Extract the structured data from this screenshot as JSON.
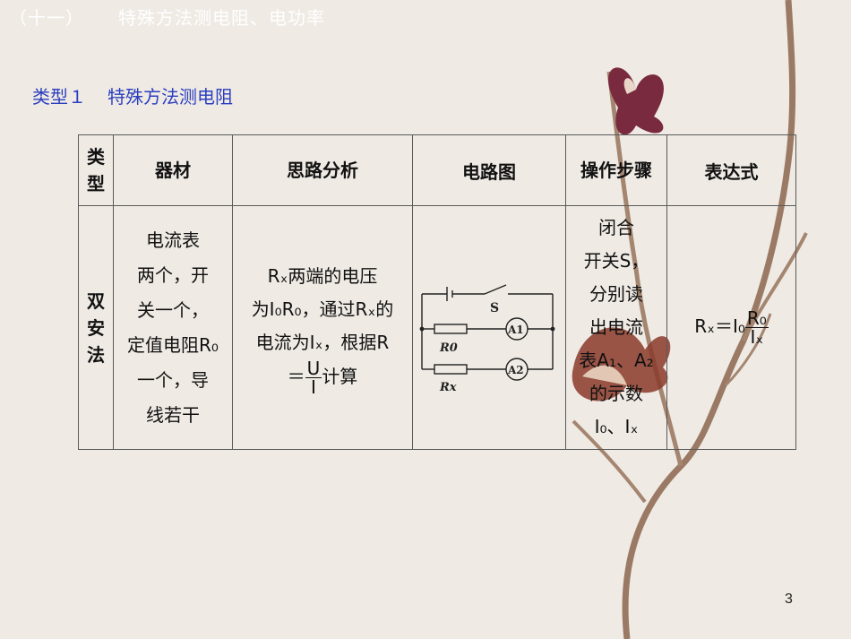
{
  "header": {
    "title_part1": "（十一）",
    "title_part2": "特殊方法测电阻、电功率"
  },
  "section": {
    "number": "类型１",
    "title": "特殊方法测电阻"
  },
  "table": {
    "headers": {
      "type": "类型",
      "materials": "器材",
      "analysis": "思路分析",
      "diagram": "电路图",
      "steps": "操作步骤",
      "expression": "表达式"
    },
    "row": {
      "type": "双安法",
      "materials_1": "电流表",
      "materials_2": "两个，开",
      "materials_3": "关一个，",
      "materials_4": "定值电阻R₀",
      "materials_5": "一个，导",
      "materials_6": "线若干",
      "analysis_1": "Rₓ两端的电压",
      "analysis_2": "为I₀R₀，通过Rₓ的",
      "analysis_3": "电流为Iₓ，根据R",
      "analysis_frac_num": "U",
      "analysis_frac_den": "I",
      "analysis_eq": "＝",
      "analysis_end": "计算",
      "steps_1": "闭合",
      "steps_2": "开关S，",
      "steps_3": "分别读",
      "steps_4": "出电流",
      "steps_5": "表A₁、A₂",
      "steps_6": "的示数",
      "steps_7": "I₀、Iₓ",
      "expr_lhs": "Rₓ＝I₀",
      "expr_num": "R₀",
      "expr_den": "Iₓ"
    },
    "diagram_labels": {
      "switch": "S",
      "r0": "R0",
      "rx": "Rx",
      "a1": "A1",
      "a2": "A2"
    }
  },
  "page_number": "3",
  "colors": {
    "section_title": "#2b3fbf",
    "background": "#efeae4"
  }
}
